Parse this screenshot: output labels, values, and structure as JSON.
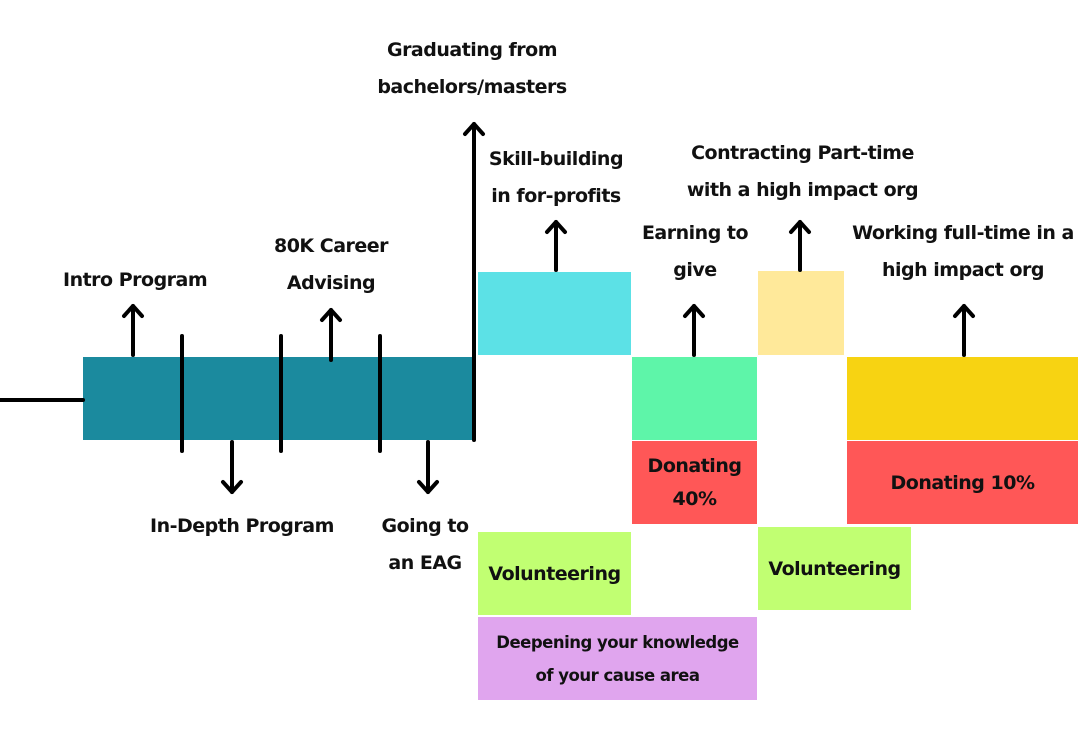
{
  "colors": {
    "main_bar": "#1b8a9e",
    "skill_building": "#5ce1e6",
    "earning": "#5ef5a9",
    "contracting": "#ffe99a",
    "working": "#f7d312",
    "donating": "#ff5757",
    "volunteering": "#c1ff72",
    "deepening": "#e0a5ee",
    "ink": "#000000"
  },
  "labels": {
    "intro_program": "Intro Program",
    "career_advising": [
      "80K Career",
      "Advising"
    ],
    "in_depth_program": "In-Depth Program",
    "going_to_eag": [
      "Going to",
      "an EAG"
    ],
    "graduating": [
      "Graduating from",
      "bachelors/masters"
    ],
    "skill_building": [
      "Skill-building",
      "in for-profits"
    ],
    "earning_to_give": [
      "Earning to",
      "give"
    ],
    "contracting": [
      "Contracting Part-time",
      "with a high impact org"
    ],
    "working_full_time": [
      "Working full-time in a",
      "high impact org"
    ]
  },
  "boxes": {
    "donating_40": [
      "Donating",
      "40%"
    ],
    "donating_10": "Donating 10%",
    "volunteering_1": "Volunteering",
    "volunteering_2": "Volunteering",
    "deepening": [
      "Deepening your knowledge",
      "of your cause area"
    ]
  }
}
